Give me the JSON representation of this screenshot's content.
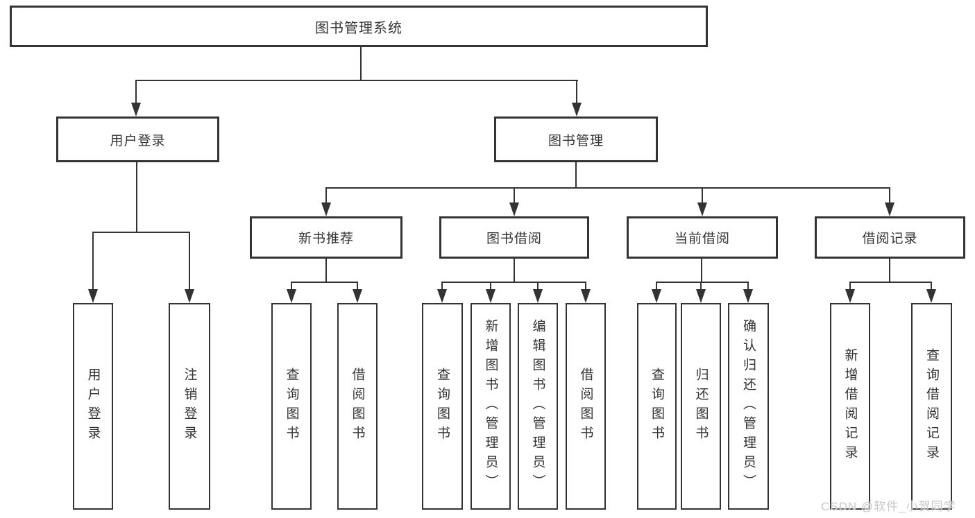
{
  "diagram_type": "hierarchy-structure-chart",
  "colors": {
    "background": "#ffffff",
    "box_border": "#333333",
    "connector_line": "#333333",
    "text": "#333333",
    "watermark": "#c8c8c8"
  },
  "tree": {
    "root": "图书管理系统",
    "branches": [
      {
        "label": "用户登录",
        "children": [
          {
            "label": "用户登录"
          },
          {
            "label": "注销登录"
          }
        ]
      },
      {
        "label": "图书管理",
        "children": [
          {
            "label": "新书推荐",
            "children": [
              {
                "label": "查询图书"
              },
              {
                "label": "借阅图书"
              }
            ]
          },
          {
            "label": "图书借阅",
            "children": [
              {
                "label": "查询图书"
              },
              {
                "label": "新增图书（管理员）"
              },
              {
                "label": "编辑图书（管理员）"
              },
              {
                "label": "借阅图书"
              }
            ]
          },
          {
            "label": "当前借阅",
            "children": [
              {
                "label": "查询图书"
              },
              {
                "label": "归还图书"
              },
              {
                "label": "确认归还（管理员）"
              }
            ]
          },
          {
            "label": "借阅记录",
            "children": [
              {
                "label": "新增借阅记录"
              },
              {
                "label": "查询借阅记录"
              }
            ]
          }
        ]
      }
    ]
  },
  "watermark": "CSDN @软件_小贺同学"
}
